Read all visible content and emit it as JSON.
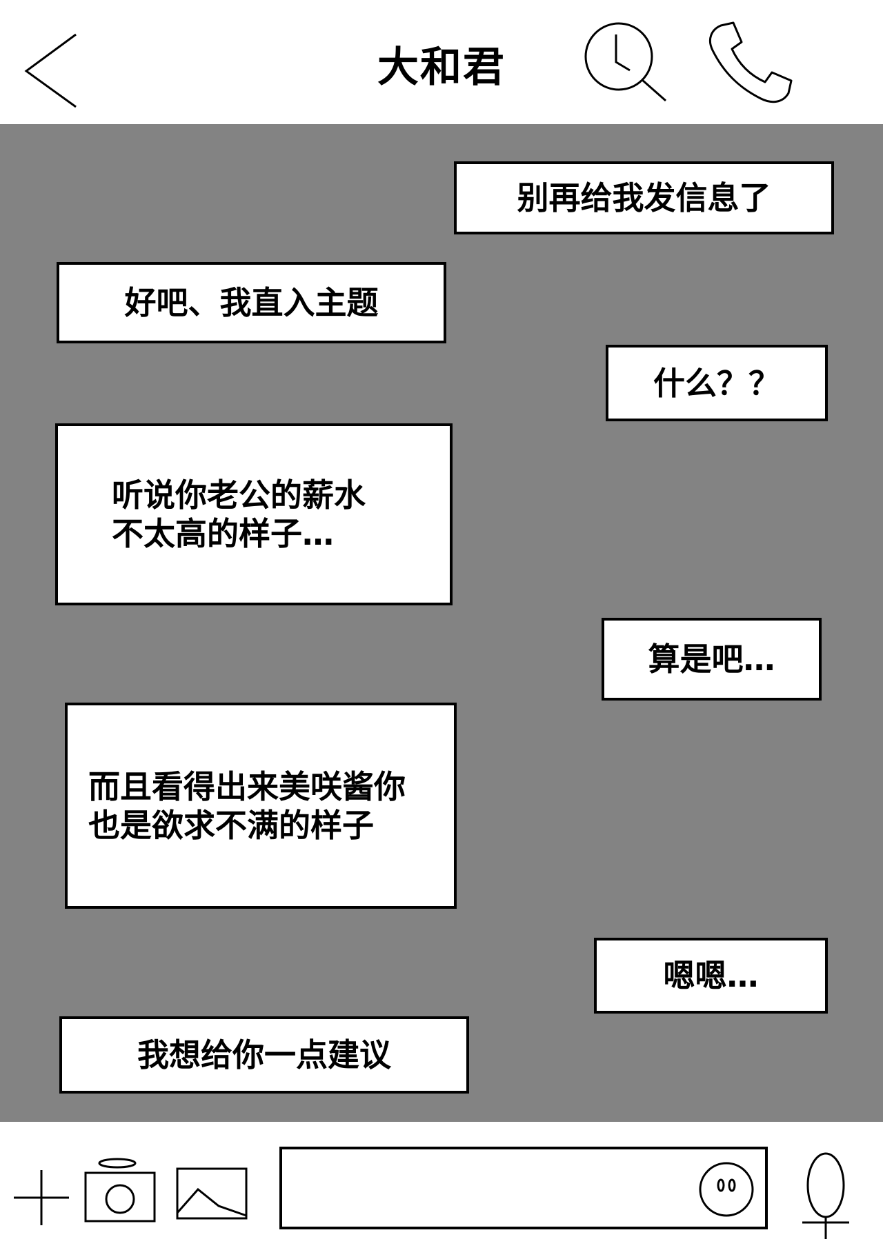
{
  "header": {
    "title": "大和君",
    "icons": {
      "back": "chevron-left-icon",
      "search": "search-history-icon",
      "call": "phone-icon"
    }
  },
  "chat": {
    "messages": [
      {
        "id": "m1",
        "side": "right",
        "text": "别再给我发信息了"
      },
      {
        "id": "m2",
        "side": "left",
        "text": "好吧、我直入主题"
      },
      {
        "id": "m3",
        "side": "right",
        "text": "什么？？"
      },
      {
        "id": "m4",
        "side": "left",
        "text": "听说你老公的薪水\n不太高的样子…"
      },
      {
        "id": "m5",
        "side": "right",
        "text": "算是吧…"
      },
      {
        "id": "m6",
        "side": "left",
        "text": "而且看得出来美咲酱你\n也是欲求不满的样子"
      },
      {
        "id": "m7",
        "side": "right",
        "text": "嗯嗯…"
      },
      {
        "id": "m8",
        "side": "left",
        "text": "我想给你一点建议"
      }
    ]
  },
  "toolbar": {
    "input_value": "",
    "icons": {
      "add": "plus-icon",
      "camera": "camera-icon",
      "gallery": "image-icon",
      "emoji": "emoji-icon",
      "voice": "microphone-icon"
    }
  },
  "colors": {
    "chat_background": "#838383",
    "bubble_background": "#ffffff",
    "border": "#000000"
  }
}
